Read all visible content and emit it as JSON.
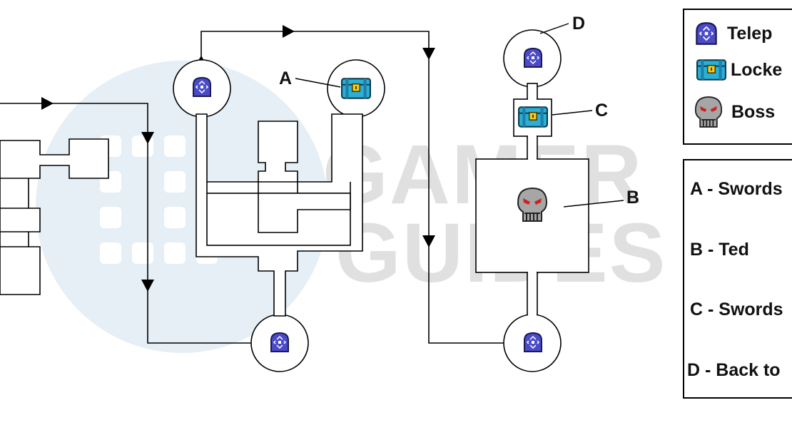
{
  "watermark": {
    "line1": "GAMER",
    "line2": "GUIDES"
  },
  "colors": {
    "teleporter_fill": "#4b4bc8",
    "chest_fill": "#2ab0d8",
    "chest_lock": "#f0d020",
    "skull_fill": "#a6a6a6",
    "skull_eyes": "#cc2222",
    "watermark_grey": "#e0e0e0",
    "watermark_blue": "#e6eff6"
  },
  "map_labels": {
    "a": "A",
    "b": "B",
    "c": "C",
    "d": "D"
  },
  "legend": [
    {
      "icon": "teleporter-icon",
      "text": "Telep"
    },
    {
      "icon": "locked-chest-icon",
      "text": "Locke"
    },
    {
      "icon": "boss-skull-icon",
      "text": "Boss"
    }
  ],
  "key": [
    {
      "text": "A - Swords"
    },
    {
      "text": "B - Ted"
    },
    {
      "text": "C - Swords"
    },
    {
      "text": "D - Back to"
    }
  ]
}
